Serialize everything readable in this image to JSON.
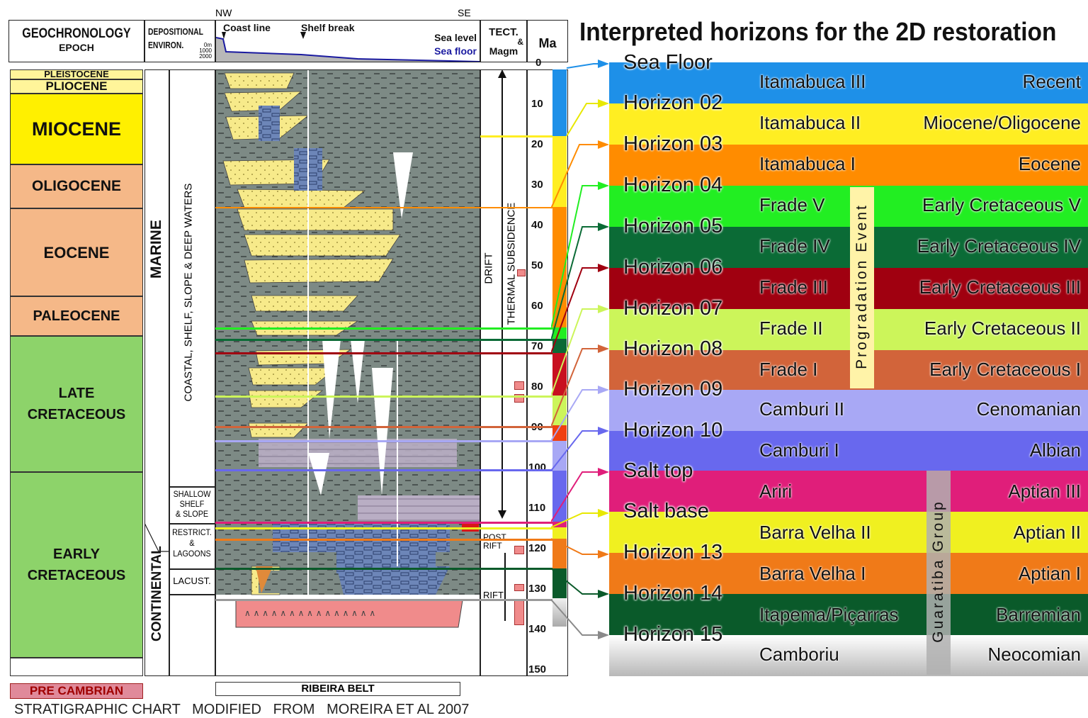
{
  "header": {
    "geochronology": "GEOCHRONOLOGY",
    "epoch": "EPOCH",
    "depositional": "DEPOSITIONAL",
    "environ": "ENVIRON.",
    "depth_0": "0m",
    "depth_1000": "1000",
    "depth_2000": "2000",
    "nw": "NW",
    "se": "SE",
    "coast_line": "Coast line",
    "shelf_break": "Shelf break",
    "sea_level": "Sea level",
    "sea_floor": "Sea floor",
    "tect": "TECT.",
    "amp": "&",
    "magm": "Magm",
    "ma": "Ma"
  },
  "epochs": [
    "PLEISTOCENE",
    "PLIOCENE",
    "MIOCENE",
    "OLIGOCENE",
    "EOCENE",
    "PALEOCENE",
    "LATE",
    "CRETACEOUS",
    "EARLY",
    "CRETACEOUS"
  ],
  "environments": {
    "marine": "MARINE",
    "continental": "CONTINENTAL",
    "coastal": "COASTAL, SHELF, SLOPE & DEEP WATERS",
    "shallow": [
      "SHALLOW",
      "SHELF",
      "& SLOPE"
    ],
    "restrict": [
      "RESTRICT.",
      "&",
      "LAGOONS"
    ],
    "lacust": "LACUST."
  },
  "tectonics": {
    "drift": "DRIFT",
    "thermal": "THERMAL SUBSIDENCE",
    "post": "POST",
    "rift1": "RIFT",
    "rift2": "RIFT"
  },
  "ma_ticks": [
    "0",
    "10",
    "20",
    "30",
    "40",
    "50",
    "60",
    "70",
    "80",
    "90",
    "100",
    "110",
    "120",
    "130",
    "140",
    "150"
  ],
  "footer": {
    "pre_cambrian": "PRE CAMBRIAN",
    "ribeira": "RIBEIRA BELT",
    "source": "STRATIGRAPHIC CHART   MODIFIED   FROM   MOREIRA ET AL 2007"
  },
  "right_title": "Interpreted horizons for the 2D restoration",
  "horizons": [
    "Sea Floor",
    "Horizon 02",
    "Horizon 03",
    "Horizon 04",
    "Horizon 05",
    "Horizon 06",
    "Horizon 07",
    "Horizon 08",
    "Horizon 09",
    "Horizon 10",
    "Salt top",
    "Salt base",
    "Horizon 13",
    "Horizon 14",
    "Horizon 15"
  ],
  "units": [
    {
      "name": "Itamabuca III",
      "age": "Recent",
      "color": "#1e90e8"
    },
    {
      "name": "Itamabuca II",
      "age": "Miocene/Oligocene",
      "color": "#ffee22"
    },
    {
      "name": "Itamabuca I",
      "age": "Eocene",
      "color": "#ff8c00"
    },
    {
      "name": "Frade V",
      "age": "Early Cretaceous V",
      "color": "#22ee22"
    },
    {
      "name": "Frade IV",
      "age": "Early Cretaceous IV",
      "color": "#0b6b36"
    },
    {
      "name": "Frade III",
      "age": "Early Cretaceous III",
      "color": "#a00010"
    },
    {
      "name": "Frade II",
      "age": "Early Cretaceous II",
      "color": "#ccf55a"
    },
    {
      "name": "Frade I",
      "age": "Early Cretaceous I",
      "color": "#d2643a"
    },
    {
      "name": "Camburi II",
      "age": "Cenomanian",
      "color": "#a8a8f5"
    },
    {
      "name": "Camburi I",
      "age": "Albian",
      "color": "#6868ee"
    },
    {
      "name": "Ariri",
      "age": "Aptian III",
      "color": "#e01e7a"
    },
    {
      "name": "Barra Velha II",
      "age": "Aptian II",
      "color": "#f0f020"
    },
    {
      "name": "Barra Velha I",
      "age": "Aptian I",
      "color": "#f07a18"
    },
    {
      "name": "Itapema/Piçarras",
      "age": "Barremian",
      "color": "#0a5a2a"
    },
    {
      "name": "Camboriu",
      "age": "Neocomian",
      "color": "#c8c8c8"
    }
  ],
  "event_labels": {
    "progradation": "Progradation Event",
    "guaratiba": "Guaratiba Group"
  }
}
